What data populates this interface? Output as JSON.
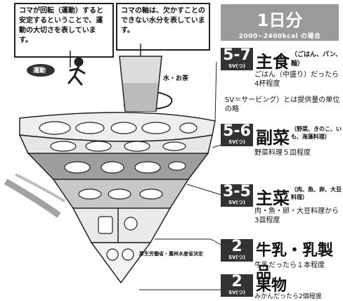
{
  "callouts": {
    "left": "コマが回転（運動）すると安定するということで、運動の大切さを表しています。",
    "right": "コマの軸は、欠かすことのできない水分を表しています。"
  },
  "header": {
    "line1": "1日分",
    "line2": "2000~2400kcal の場合"
  },
  "undou_label": "運動",
  "water_label": "水・お茶",
  "serving_note": "SV＝サービング）とは提供量の単位の略",
  "bottom_left_note": "厚生労働省・農林水産省決定",
  "rows": [
    {
      "servings": "5-7",
      "title": "主食",
      "sub": "（ごはん、パン、麺）",
      "desc": "ごはん（中盛り）だったら4杯程度"
    },
    {
      "servings": "5-6",
      "title": "副菜",
      "sub": "（野菜、きのこ、いも、海藻料理）",
      "desc": "野菜料理５皿程度"
    },
    {
      "servings": "3-5",
      "title": "主菜",
      "sub": "（肉、魚、卵、大豆料理）",
      "desc": "肉・魚・卵・大豆料理から3皿程度"
    },
    {
      "servings": "2",
      "title": "牛乳・乳製品",
      "sub": "",
      "desc": "牛乳だったら１本程度"
    },
    {
      "servings": "2",
      "title": "果物",
      "sub": "",
      "desc": "みかんだったら2個程度"
    }
  ],
  "sv_unit": "SV(つ)"
}
